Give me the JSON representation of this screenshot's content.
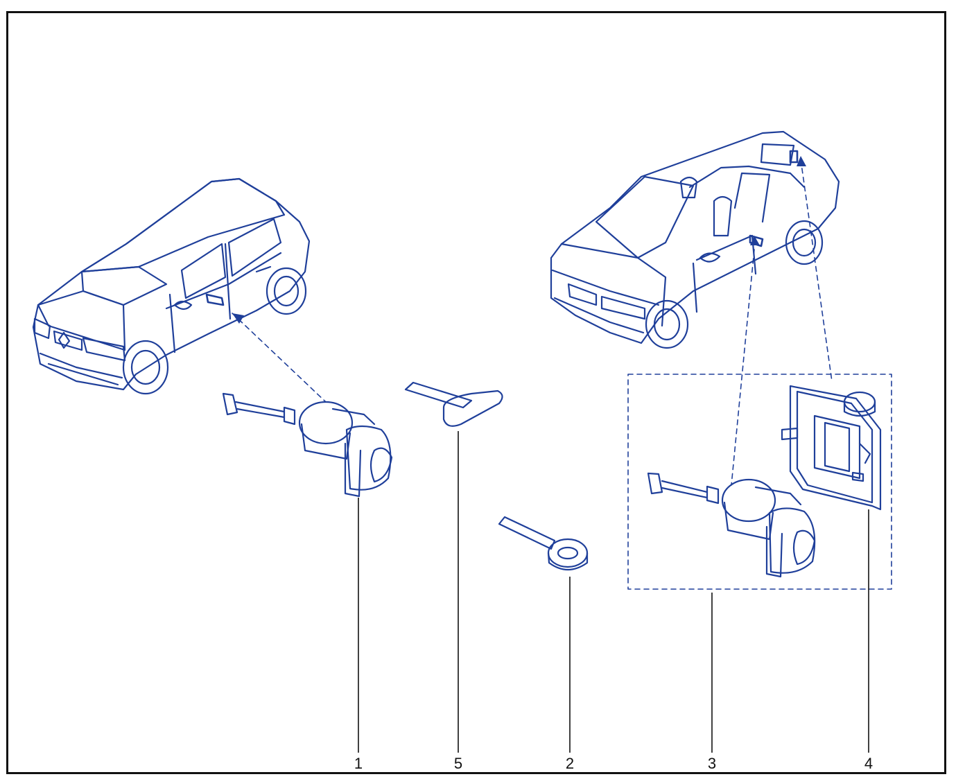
{
  "colors": {
    "line": "#1f3f9a",
    "frame": "#111111",
    "callout_line": "#111111",
    "background": "#ffffff"
  },
  "icons": [
    "hatchback-car-illustration",
    "convertible-car-illustration",
    "door-lock-barrel",
    "key-blank",
    "key-head-logo",
    "lock-mounting-plate"
  ],
  "callouts": [
    {
      "label": "1",
      "part": "door-lock-barrel"
    },
    {
      "label": "5",
      "part": "key-blank"
    },
    {
      "label": "2",
      "part": "key"
    },
    {
      "label": "3",
      "part": "lock-barrel-convertible"
    },
    {
      "label": "4",
      "part": "lock-mounting-plate"
    }
  ]
}
